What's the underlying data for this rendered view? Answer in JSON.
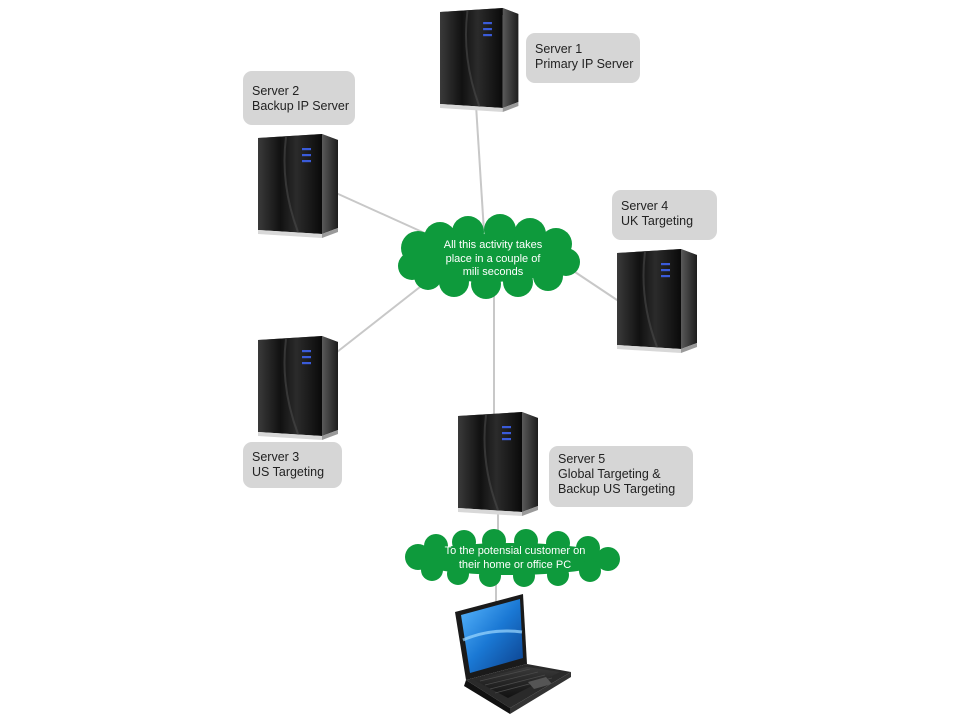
{
  "colors": {
    "connector": "#c8c8c8",
    "cloud_fill": "#0e9a3c",
    "label_bg": "#d6d6d6",
    "server_body": "#1a1a1a",
    "server_led": "#3a5bd9",
    "laptop_screen": "#1e7fd8"
  },
  "servers": {
    "server1": {
      "title": "Server 1",
      "role": "Primary IP Server"
    },
    "server2": {
      "title": "Server 2",
      "role": "Backup IP Server"
    },
    "server3": {
      "title": "Server 3",
      "role": "US Targeting"
    },
    "server4": {
      "title": "Server 4",
      "role": "UK Targeting"
    },
    "server5": {
      "title": "Server 5",
      "role_line1": "Global Targeting &",
      "role_line2": "Backup US Targeting"
    }
  },
  "hub_cloud": {
    "line1": "All this activity takes",
    "line2": "place in a couple of",
    "line3": "mili seconds"
  },
  "customer_cloud": {
    "line1": "To the potensial customer on",
    "line2": "their home or office PC"
  },
  "icons": [
    "server-tower-icon",
    "cloud-shape",
    "laptop-icon"
  ]
}
